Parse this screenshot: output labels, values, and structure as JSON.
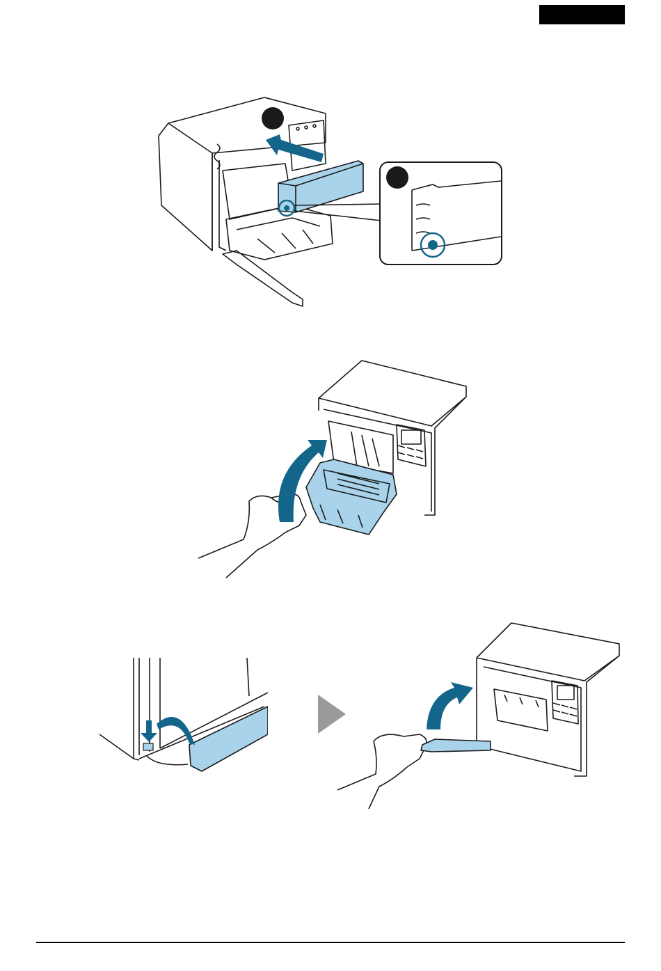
{
  "header": {
    "tab_color": "#000000"
  },
  "colors": {
    "accent_teal": "#13668a",
    "part_fill": "#a8d3ea",
    "line": "#1a1a1a",
    "callout_arrow": "#9a9a9a"
  },
  "figures": [
    {
      "icon": "insert-cassette-illustration"
    },
    {
      "icon": "close-cover-illustration"
    },
    {
      "icon": "close-bottom-flap-illustration"
    }
  ]
}
